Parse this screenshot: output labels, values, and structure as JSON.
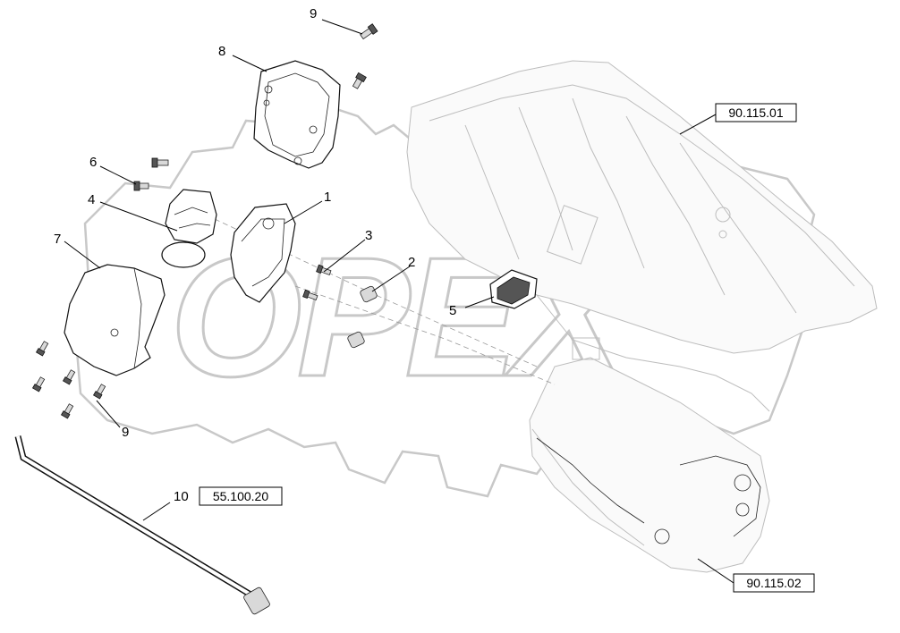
{
  "watermark": {
    "text": "OPEX"
  },
  "callouts": {
    "c1": "1",
    "c2": "2",
    "c3": "3",
    "c4": "4",
    "c5": "5",
    "c6": "6",
    "c7": "7",
    "c8": "8",
    "c9_top": "9",
    "c9_bottom": "9",
    "c10": "10"
  },
  "references": {
    "ref_top": "90.115.01",
    "ref_bottom": "90.115.02",
    "ref_cable": "55.100.20"
  }
}
